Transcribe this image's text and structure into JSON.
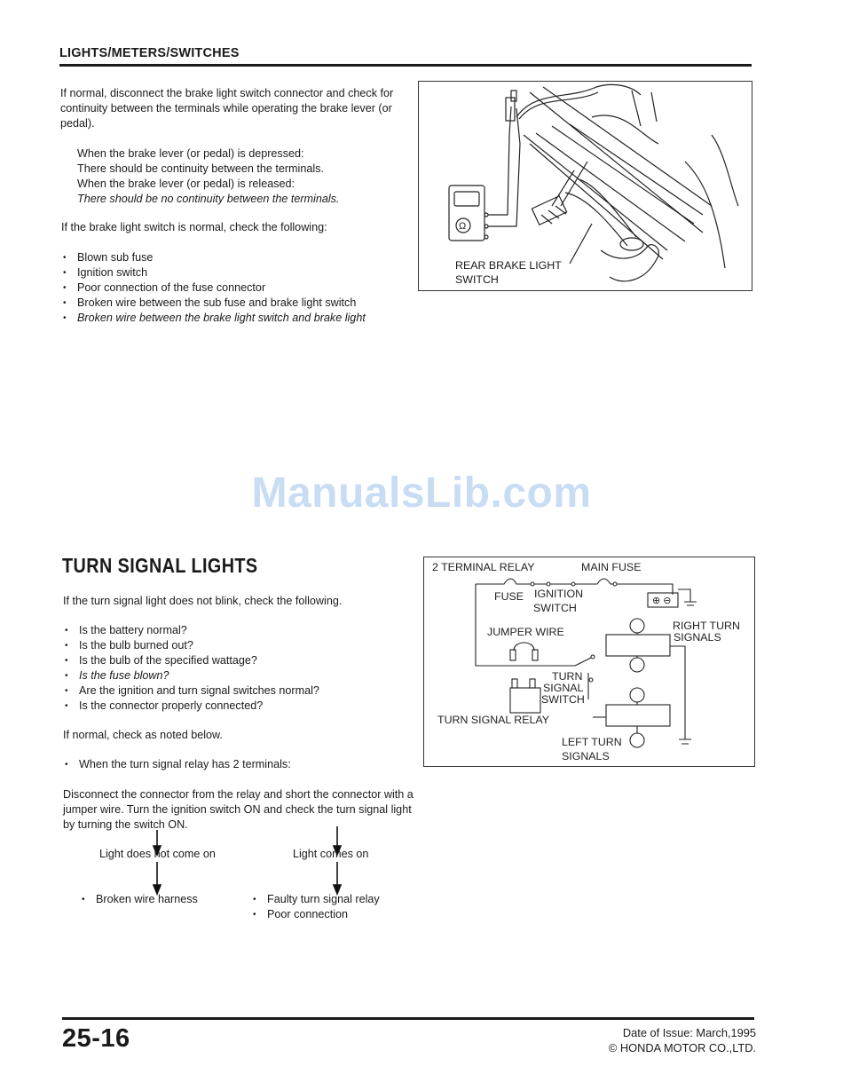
{
  "header": {
    "section": "LIGHTS/METERS/SWITCHES"
  },
  "brake": {
    "intro": "If normal, disconnect the brake light switch connector and check for continuity between the terminals while operating the brake lever (or pedal).",
    "checks": [
      "When the brake lever (or pedal) is depressed:",
      "There should be continuity between the terminals.",
      "When the brake lever (or pedal) is released:",
      "There should be no continuity between the terminals."
    ],
    "list_intro": "If the brake light switch is normal, check the following:",
    "list": [
      "Blown sub fuse",
      "Ignition switch",
      "Poor connection of the fuse connector",
      "Broken wire between the sub fuse and brake light switch",
      "Broken wire between the brake light switch and brake light"
    ],
    "figure_label": [
      "REAR BRAKE LIGHT",
      "SWITCH"
    ]
  },
  "watermark": "ManualsLib.com",
  "turn": {
    "title": "TURN SIGNAL LIGHTS",
    "intro": "If the turn signal light does not blink, check the following.",
    "list": [
      "Is the battery normal?",
      "Is the bulb burned out?",
      "Is the bulb of the specified wattage?",
      "Is the fuse blown?",
      "Are the ignition and turn signal switches normal?",
      "Is the connector properly connected?"
    ],
    "normal": "If normal, check as noted below.",
    "relay_case": "When the turn signal relay has 2 terminals:",
    "para": "Disconnect the connector from the relay and short the connector with a jumper wire. Turn the ignition switch ON and check the turn signal light by turning the switch ON.",
    "flow": {
      "left_result": "Light does not come on",
      "right_result": "Light comes on",
      "left_causes": [
        "Broken wire harness"
      ],
      "right_causes": [
        "Faulty turn signal relay",
        "Poor connection"
      ]
    },
    "diagram": {
      "relay": "2 TERMINAL RELAY",
      "main_fuse": "MAIN FUSE",
      "fuse": "FUSE",
      "ignition": [
        "IGNITION",
        "SWITCH"
      ],
      "right": [
        "RIGHT TURN",
        "SIGNALS"
      ],
      "jumper": "JUMPER WIRE",
      "turn_switch": [
        "TURN",
        "SIGNAL",
        "SWITCH"
      ],
      "relay_label": "TURN SIGNAL RELAY",
      "left": [
        "LEFT TURN",
        "SIGNALS"
      ]
    }
  },
  "footer": {
    "page": "25-16",
    "date": "Date of Issue: March,1995",
    "copyright": "© HONDA MOTOR CO.,LTD."
  }
}
